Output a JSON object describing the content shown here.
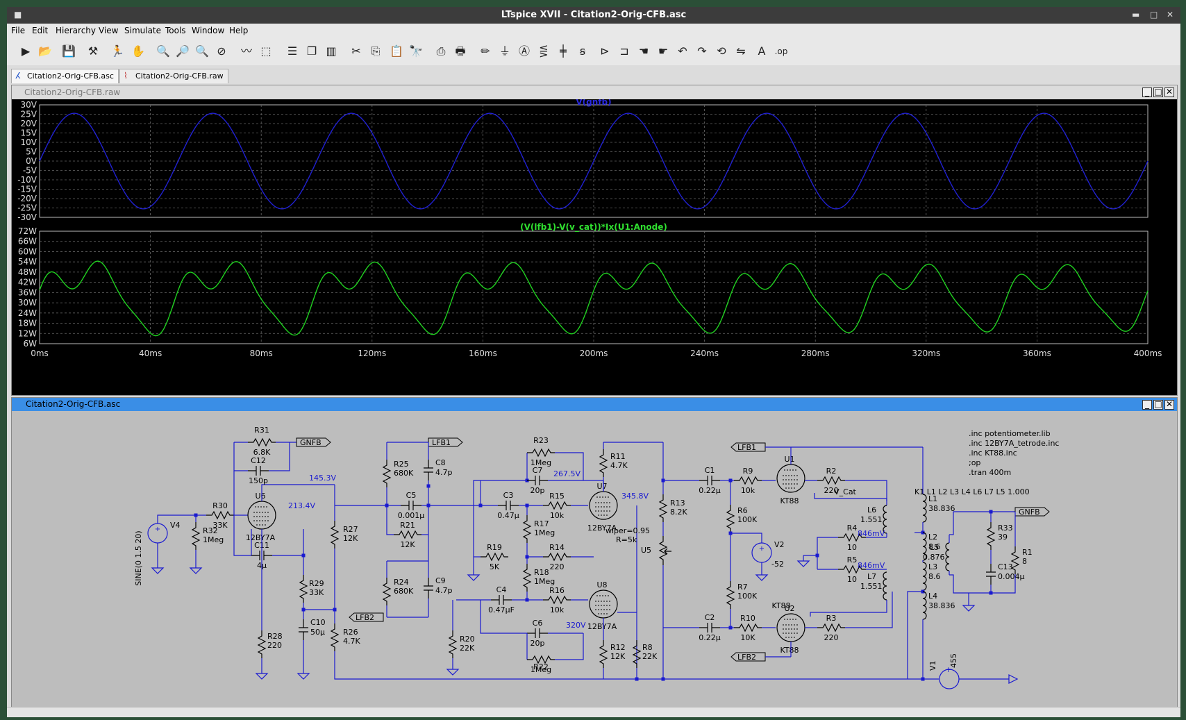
{
  "window": {
    "title": "LTspice XVII - Citation2-Orig-CFB.asc"
  },
  "menu": [
    "File",
    "Edit",
    "Hierarchy",
    "View",
    "Simulate",
    "Tools",
    "Window",
    "Help"
  ],
  "toolbar_icons": [
    "run-icon",
    "open-icon",
    "save-icon",
    "control-panel-icon",
    "run-sim-icon",
    "halt-icon",
    "zoom-in-icon",
    "zoom-pan-icon",
    "zoom-out-icon",
    "zoom-cancel-icon",
    "autorange-icon",
    "fit-icon",
    "tile-horizontal-icon",
    "cascade-icon",
    "tile-vertical-icon",
    "cut-icon",
    "copy-icon",
    "paste-icon",
    "find-icon",
    "print-icon",
    "print-setup-icon",
    "draw-wire-icon",
    "ground-icon",
    "label-net-icon",
    "resistor-icon",
    "capacitor-icon",
    "inductor-icon",
    "diode-icon",
    "component-icon",
    "move-icon",
    "drag-icon",
    "undo-icon",
    "redo-icon",
    "rotate-icon",
    "mirror-icon",
    "text-icon",
    "spice-directive-icon"
  ],
  "tabs": [
    {
      "label": "Citation2-Orig-CFB.asc",
      "active": true
    },
    {
      "label": "Citation2-Orig-CFB.raw",
      "active": false
    }
  ],
  "plot_window": {
    "title": "Citation2-Orig-CFB.raw"
  },
  "schematic_window": {
    "title": "Citation2-Orig-CFB.asc"
  },
  "chart_data": [
    {
      "type": "line",
      "title": "V(gnfb)",
      "color": "#2020d0",
      "x_unit": "ms",
      "xlim": [
        0,
        400
      ],
      "ylim": [
        -30,
        30
      ],
      "y_ticks": [
        "30V",
        "25V",
        "20V",
        "15V",
        "10V",
        "5V",
        "0V",
        "-5V",
        "-10V",
        "-15V",
        "-20V",
        "-25V",
        "-30V"
      ],
      "series": [
        {
          "values_approx": "sine, amplitude ~25V, period 50ms"
        }
      ]
    },
    {
      "type": "line",
      "title": "(V(lfb1)-V(v_cat))*Ix(U1:Anode)",
      "color": "#20d020",
      "x_unit": "ms",
      "xlim": [
        0,
        400
      ],
      "ylim": [
        6,
        72
      ],
      "y_ticks": [
        "72W",
        "66W",
        "60W",
        "54W",
        "48W",
        "42W",
        "36W",
        "30W",
        "24W",
        "18W",
        "12W",
        "6W"
      ],
      "x_ticks": [
        "0ms",
        "40ms",
        "80ms",
        "120ms",
        "160ms",
        "200ms",
        "240ms",
        "280ms",
        "320ms",
        "360ms",
        "400ms"
      ]
    }
  ],
  "schematic": {
    "components": [
      {
        "ref": "R31",
        "value": "6.8K"
      },
      {
        "ref": "C12",
        "value": "150p"
      },
      {
        "ref": "R30",
        "value": "33K"
      },
      {
        "ref": "R32",
        "value": "1Meg"
      },
      {
        "ref": "V4",
        "value": "SINE(0 1.5 20)"
      },
      {
        "ref": "U6",
        "value": "12BY7A"
      },
      {
        "ref": "C11",
        "value": "4µ"
      },
      {
        "ref": "R28",
        "value": "220"
      },
      {
        "ref": "R29",
        "value": "33K"
      },
      {
        "ref": "C10",
        "value": "50µ"
      },
      {
        "ref": "R27",
        "value": "12K"
      },
      {
        "ref": "R26",
        "value": "4.7K"
      },
      {
        "ref": "R25",
        "value": "680K"
      },
      {
        "ref": "C8",
        "value": "4.7p"
      },
      {
        "ref": "C5",
        "value": "0.001µ"
      },
      {
        "ref": "R21",
        "value": "12K"
      },
      {
        "ref": "R24",
        "value": "680K"
      },
      {
        "ref": "C9",
        "value": "4.7p"
      },
      {
        "ref": "R20",
        "value": "22K"
      },
      {
        "ref": "R23",
        "value": "1Meg"
      },
      {
        "ref": "C7",
        "value": "20p"
      },
      {
        "ref": "C3",
        "value": "0.47µ"
      },
      {
        "ref": "R15",
        "value": "10k"
      },
      {
        "ref": "R17",
        "value": "1Meg"
      },
      {
        "ref": "R19",
        "value": "5K"
      },
      {
        "ref": "R14",
        "value": "220"
      },
      {
        "ref": "R18",
        "value": "1Meg"
      },
      {
        "ref": "C4",
        "value": "0.47µF"
      },
      {
        "ref": "R16",
        "value": "10k"
      },
      {
        "ref": "C6",
        "value": "20p"
      },
      {
        "ref": "R22",
        "value": "1Meg"
      },
      {
        "ref": "R11",
        "value": "4.7K"
      },
      {
        "ref": "U7",
        "value": "12BY7A"
      },
      {
        "ref": "U8",
        "value": "12BY7A"
      },
      {
        "ref": "R12",
        "value": "12K"
      },
      {
        "ref": "R8",
        "value": "22K"
      },
      {
        "ref": "R13",
        "value": "8.2K"
      },
      {
        "ref": "U5",
        "value": "wiper=0.95 R=5k"
      },
      {
        "ref": "C1",
        "value": "0.22µ"
      },
      {
        "ref": "C2",
        "value": "0.22µ"
      },
      {
        "ref": "R9",
        "value": "10k"
      },
      {
        "ref": "R10",
        "value": "10K"
      },
      {
        "ref": "R6",
        "value": "100K"
      },
      {
        "ref": "R7",
        "value": "100K"
      },
      {
        "ref": "V2",
        "value": "-52"
      },
      {
        "ref": "U1",
        "value": "KT88"
      },
      {
        "ref": "U2",
        "value": "KT88"
      },
      {
        "ref": "R2",
        "value": "220"
      },
      {
        "ref": "R3",
        "value": "220"
      },
      {
        "ref": "R4",
        "value": "10"
      },
      {
        "ref": "R5",
        "value": "10"
      },
      {
        "ref": "L6",
        "value": "1.551"
      },
      {
        "ref": "L7",
        "value": "1.551"
      },
      {
        "ref": "L1",
        "value": "38.836"
      },
      {
        "ref": "L2",
        "value": "8.6"
      },
      {
        "ref": "L5",
        "value": "0.876"
      },
      {
        "ref": "L3",
        "value": "8.6"
      },
      {
        "ref": "L4",
        "value": "38.836"
      },
      {
        "ref": "R33",
        "value": "39"
      },
      {
        "ref": "C13",
        "value": "0.004µ"
      },
      {
        "ref": "R1",
        "value": "8"
      },
      {
        "ref": "V1",
        "value": "455"
      }
    ],
    "node_voltages": [
      "145.3V",
      "213.4V",
      "267.5V",
      "345.8V",
      "320V",
      "846mV",
      "846mV"
    ],
    "net_labels": [
      "GNFB",
      "LFB1",
      "LFB2",
      "LFB2",
      "LFB1",
      "V_Cat",
      "GNFB"
    ],
    "directives": [
      ".inc potentiometer.lib",
      ".inc 12BY7A_tetrode.inc",
      ".inc KT88.inc",
      ";op",
      ".tran 400m",
      "K1 L1 L2 L3 L4  L6 L7  L5  1.000"
    ]
  }
}
